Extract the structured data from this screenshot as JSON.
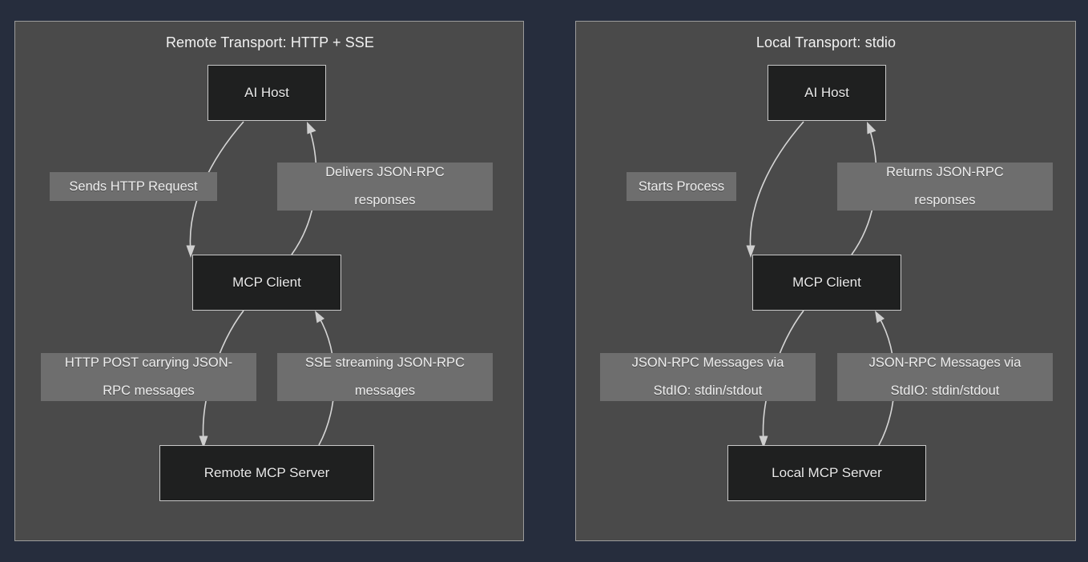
{
  "diagram": {
    "type": "flowchart",
    "background_color": "#262d3d",
    "panel_color": "#4a4a4a",
    "node_fill": "#1f2020",
    "node_border": "#c8c8c8",
    "edge_color": "#d6d6d6",
    "label_chip_color": "#6e6e6e",
    "panels": [
      {
        "id": "remote",
        "title": "Remote Transport: HTTP + SSE",
        "nodes": [
          {
            "id": "remote-ai-host",
            "label": "AI Host"
          },
          {
            "id": "remote-mcp-client",
            "label": "MCP Client"
          },
          {
            "id": "remote-mcp-server",
            "label": "Remote MCP Server"
          }
        ],
        "edges": [
          {
            "id": "remote-edge-1",
            "from": "AI Host",
            "to": "MCP Client",
            "label_lines": [
              "Sends HTTP Request"
            ]
          },
          {
            "id": "remote-edge-2",
            "from": "MCP Client",
            "to": "AI Host",
            "label_lines": [
              "Delivers JSON-RPC",
              "responses"
            ]
          },
          {
            "id": "remote-edge-3",
            "from": "MCP Client",
            "to": "Remote MCP Server",
            "label_lines": [
              "HTTP POST carrying JSON-",
              "RPC messages"
            ]
          },
          {
            "id": "remote-edge-4",
            "from": "Remote MCP Server",
            "to": "MCP Client",
            "label_lines": [
              "SSE streaming JSON-RPC",
              "messages"
            ]
          }
        ]
      },
      {
        "id": "local",
        "title": "Local Transport: stdio",
        "nodes": [
          {
            "id": "local-ai-host",
            "label": "AI Host"
          },
          {
            "id": "local-mcp-client",
            "label": "MCP Client"
          },
          {
            "id": "local-mcp-server",
            "label": "Local MCP Server"
          }
        ],
        "edges": [
          {
            "id": "local-edge-1",
            "from": "AI Host",
            "to": "MCP Client",
            "label_lines": [
              "Starts Process"
            ]
          },
          {
            "id": "local-edge-2",
            "from": "MCP Client",
            "to": "AI Host",
            "label_lines": [
              "Returns JSON-RPC",
              "responses"
            ]
          },
          {
            "id": "local-edge-3",
            "from": "MCP Client",
            "to": "Local MCP Server",
            "label_lines": [
              "JSON-RPC Messages via",
              "StdIO: stdin/stdout"
            ]
          },
          {
            "id": "local-edge-4",
            "from": "Local MCP Server",
            "to": "MCP Client",
            "label_lines": [
              "JSON-RPC Messages via",
              "StdIO: stdin/stdout"
            ]
          }
        ]
      }
    ]
  },
  "text": {
    "remote_title": "Remote Transport: HTTP + SSE",
    "local_title": "Local Transport: stdio",
    "ai_host": "AI Host",
    "mcp_client": "MCP Client",
    "remote_mcp_server": "Remote MCP Server",
    "local_mcp_server": "Local MCP Server",
    "sends_http_request": "Sends HTTP Request",
    "delivers_l1": "Delivers JSON-RPC",
    "delivers_l2": "responses",
    "http_post_l1": "HTTP POST carrying JSON-",
    "http_post_l2": "RPC messages",
    "sse_l1": "SSE streaming JSON-RPC",
    "sse_l2": "messages",
    "starts_process": "Starts Process",
    "returns_l1": "Returns JSON-RPC",
    "returns_l2": "responses",
    "stdio_l1": "JSON-RPC Messages via",
    "stdio_l2": "StdIO: stdin/stdout",
    "stdio2_l1": "JSON-RPC Messages via",
    "stdio2_l2": "StdIO: stdin/stdout"
  }
}
